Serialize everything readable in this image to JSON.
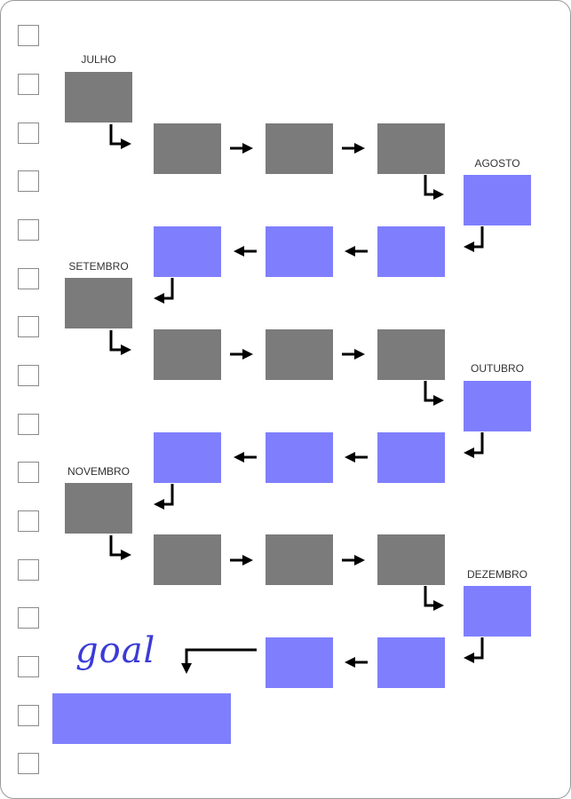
{
  "colors": {
    "gray_box": "#7b7b7b",
    "blue_box": "#7f7ffe",
    "arrow": "#000000",
    "goal_text": "#3b3bd6"
  },
  "months": [
    "JULHO",
    "AGOSTO",
    "SETEMBRO",
    "OUTUBRO",
    "NOVEMBRO",
    "DEZEMBRO"
  ],
  "goal": {
    "label": "goal"
  },
  "checkbox_count": 16
}
